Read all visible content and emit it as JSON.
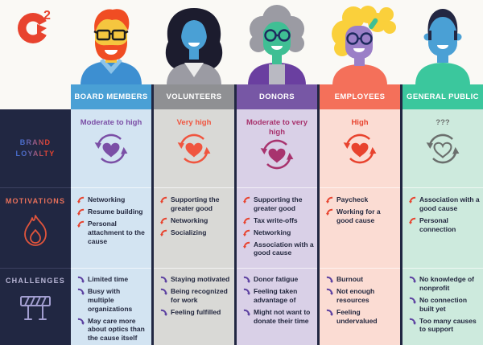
{
  "logo": {
    "letter": "G",
    "sup": "2"
  },
  "palette": {
    "dark_navy": "#212742",
    "board_blue": "#4aa0d5",
    "volunteer_gray": "#8f9093",
    "donor_purple": "#7757a5",
    "employee_coral": "#f4705a",
    "public_teal": "#3bc79d",
    "motivation_bullet_red": "#e8432e",
    "challenge_bullet_purple": "#5b3fa0"
  },
  "icons": {
    "sidebar_motivations": "flame-icon",
    "sidebar_challenges": "roadblock-barrier-icon",
    "loyalty_cell": "heart-refresh-icon",
    "motivation_bullet": "curved-arrow-icon",
    "challenge_bullet": "curved-arrow-icon"
  },
  "sidebar": {
    "brand_loyalty_line1": "BRAND",
    "brand_loyalty_line2": "LOYALTY",
    "motivations_label": "MOTIVATIONS",
    "challenges_label": "CHALLENGES"
  },
  "columns": [
    {
      "header": "BOARD MEMBERS",
      "loyalty": "Moderate to high",
      "motivations": [
        "Networking",
        "Resume building",
        "Personal attachment to the cause"
      ],
      "challenges": [
        "Limited time",
        "Busy with multiple organizations",
        "May care more about optics than the cause itself"
      ]
    },
    {
      "header": "VOLUNTEERS",
      "loyalty": "Very high",
      "motivations": [
        "Supporting the greater good",
        "Networking",
        "Socializing"
      ],
      "challenges": [
        "Staying motivated",
        "Being recognized for work",
        "Feeling fulfilled"
      ]
    },
    {
      "header": "DONORS",
      "loyalty": "Moderate to very high",
      "motivations": [
        "Supporting the greater good",
        "Tax write-offs",
        "Networking",
        "Association with a good cause"
      ],
      "challenges": [
        "Donor fatigue",
        "Feeling taken advantage of",
        "Might not want to donate their time"
      ]
    },
    {
      "header": "EMPLOYEES",
      "loyalty": "High",
      "motivations": [
        "Paycheck",
        "Working for a good cause"
      ],
      "challenges": [
        "Burnout",
        "Not enough resources",
        "Feeling undervalued"
      ]
    },
    {
      "header": "GENERAL PUBLIC",
      "loyalty": "???",
      "motivations": [
        "Association with a good cause",
        "Personal connection"
      ],
      "challenges": [
        "No knowledge of nonprofit",
        "No connection built yet",
        "Too many causes to support"
      ]
    }
  ]
}
